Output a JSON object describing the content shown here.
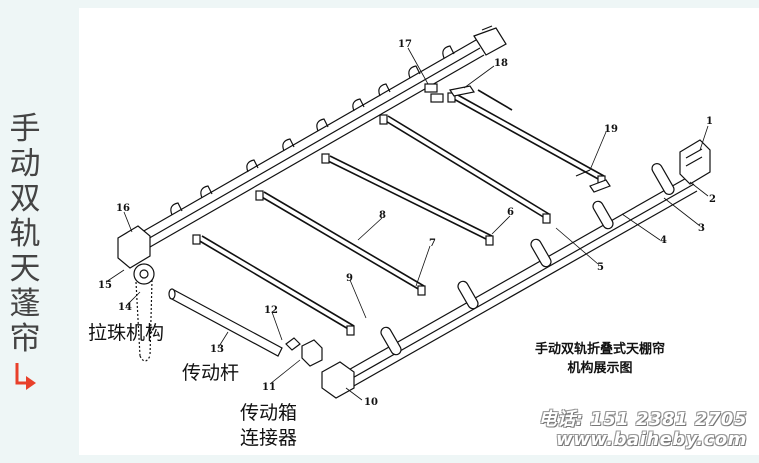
{
  "title": {
    "chars": [
      "手",
      "动",
      "双",
      "轨",
      "天",
      "蓬",
      "帘"
    ],
    "arrow_color": "#e8402a"
  },
  "caption": {
    "line1": "手动双轨折叠式天棚帘",
    "line2": "机构展示图"
  },
  "callouts": {
    "pull_bead": "拉珠机构",
    "drive_rod": "传动杆",
    "gearbox_line1": "传动箱",
    "gearbox_line2": "连接器"
  },
  "part_numbers": [
    "1",
    "2",
    "3",
    "4",
    "5",
    "6",
    "7",
    "8",
    "9",
    "10",
    "11",
    "12",
    "13",
    "14",
    "15",
    "16",
    "17",
    "18",
    "19"
  ],
  "contact": {
    "phone": "电话: 151 2381 2705",
    "website": "www.baiheby.com"
  },
  "colors": {
    "background": "#eef6f6",
    "panel": "#ffffff",
    "line": "#111111"
  }
}
